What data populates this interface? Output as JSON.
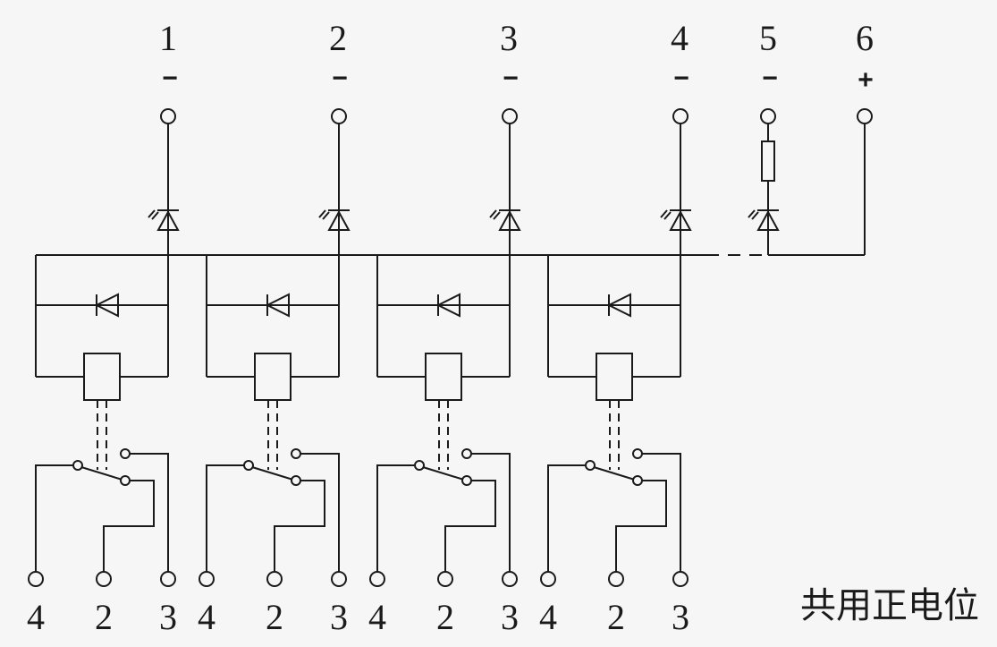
{
  "diagram": {
    "caption": "共用正电位",
    "colors": {
      "line": "#1a1a1a",
      "background": "#f6f6f6"
    },
    "terminals": [
      {
        "number": "1",
        "polarity": "−"
      },
      {
        "number": "2",
        "polarity": "−"
      },
      {
        "number": "3",
        "polarity": "−"
      },
      {
        "number": "4",
        "polarity": "−"
      },
      {
        "number": "5",
        "polarity": "−"
      },
      {
        "number": "6",
        "polarity": "+"
      }
    ],
    "relays": [
      {
        "contacts": [
          "4",
          "2",
          "3"
        ]
      },
      {
        "contacts": [
          "4",
          "2",
          "3"
        ]
      },
      {
        "contacts": [
          "4",
          "2",
          "3"
        ]
      },
      {
        "contacts": [
          "4",
          "2",
          "3"
        ]
      }
    ]
  }
}
